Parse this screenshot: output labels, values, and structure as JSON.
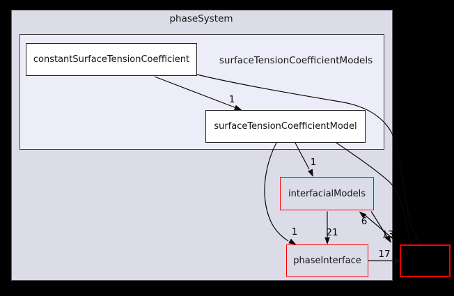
{
  "graph": {
    "type": "directory-dependency-graph",
    "clusters": [
      {
        "label": "phaseSystem"
      },
      {
        "label": "surfaceTensionCoefficientModels"
      }
    ],
    "nodes": [
      {
        "label": "constantSurfaceTensionCoefficient",
        "style": "white-box"
      },
      {
        "label": "surfaceTensionCoefficientModel",
        "style": "white-box"
      },
      {
        "label": "interfacialModels",
        "style": "red-border"
      },
      {
        "label": "phaseInterface",
        "style": "red-border"
      },
      {
        "label": "",
        "style": "red-border-black-fill"
      }
    ],
    "edges": [
      {
        "from": "constantSurfaceTensionCoefficient",
        "to": "surfaceTensionCoefficientModel",
        "count": "1"
      },
      {
        "from": "surfaceTensionCoefficientModel",
        "to": "interfacialModels",
        "count": "1"
      },
      {
        "from": "surfaceTensionCoefficientModel",
        "to": "phaseInterface",
        "count": "1"
      },
      {
        "from": "interfacialModels",
        "to": "phaseInterface",
        "count": "21"
      },
      {
        "from": "external",
        "to": "interfacialModels",
        "count": "6"
      },
      {
        "from": "interfacialModels",
        "to": "external",
        "count": "13"
      },
      {
        "from": "phaseInterface",
        "to": "external",
        "count": "17"
      }
    ],
    "colors": {
      "background": "#000000",
      "outer_cluster_fill": "#dcdce9",
      "inner_cluster_fill": "#ededfa",
      "node_fill": "#ffffff",
      "node_border": "#222222",
      "truncated_border": "#ff0000",
      "edge_color": "#0a0a0a"
    }
  }
}
